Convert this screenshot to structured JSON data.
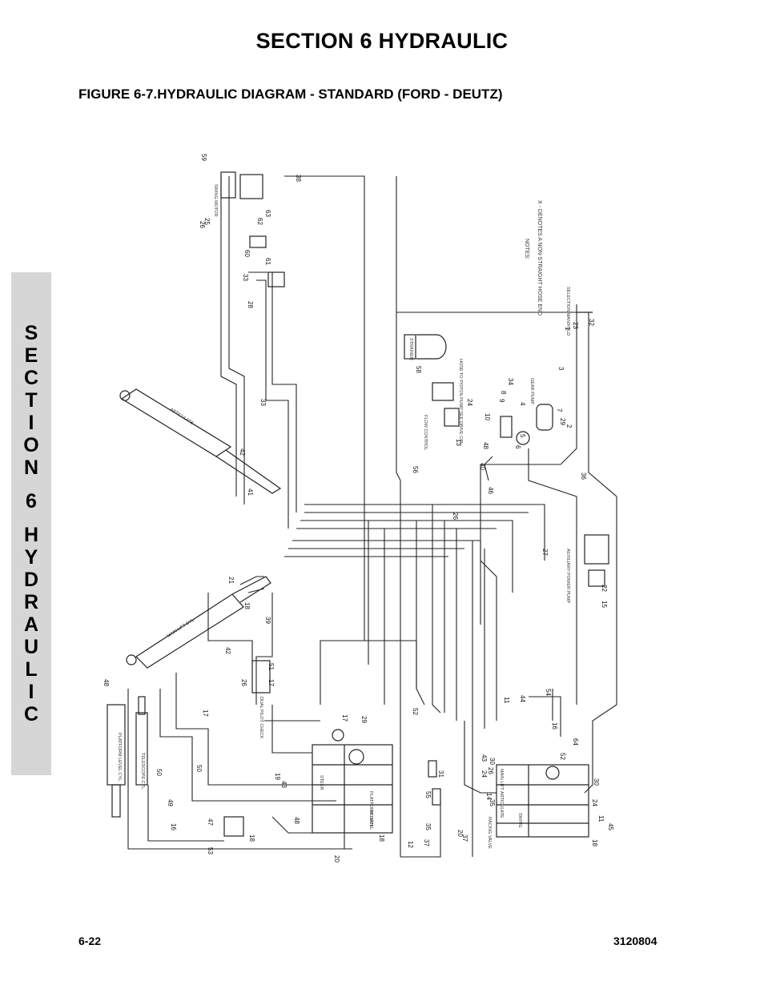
{
  "header": {
    "section_title": "SECTION 6    HYDRAULIC",
    "figure_caption": "FIGURE 6-7.HYDRAULIC DIAGRAM - STANDARD (FORD - DEUTZ)"
  },
  "side_tab": {
    "word1": [
      "S",
      "E",
      "C",
      "T",
      "I",
      "O",
      "N"
    ],
    "word2": [
      "6"
    ],
    "word3": [
      "H",
      "Y",
      "D",
      "R",
      "A",
      "U",
      "L",
      "I",
      "C"
    ]
  },
  "diagram": {
    "notes": "NOTES:",
    "note_line1": "X - DENOTES A NON-STRAIGHT HOSE END",
    "component_labels": {
      "swing_motor": "SWING MOTOR",
      "master_cyl": "MASTER CYL.",
      "lift_cyl": "MAIN LIFT CYL.",
      "platform_level_cyl": "PLATFORM LEVEL CYL.",
      "telescope_cyl": "TELESCOPE CYL.",
      "aux_pump": "AUXILIARY POWER PUMP",
      "racing_valve": "RACING VALVE",
      "selection_manifold": "SELECTION MANIFOLD",
      "dual_pilot_check": "DUAL PILOT CHECK",
      "gear_pump": "GEAR PUMP",
      "flow_control": "FLOW CONTROL",
      "hose_to_piston_pump": "HOSE TO PISTON PUMP SEE DRIVE CIR.",
      "strainer": "STRAINER",
      "swing": "SWING",
      "main_lift": "MAIN LIFT",
      "articulate": "ARTICULATE",
      "platform_level": "PLATFORM LEVEL",
      "rotate": "ROTATE",
      "steer": "STEER"
    },
    "callouts": [
      "59",
      "38",
      "26",
      "25",
      "62",
      "63",
      "60",
      "61",
      "33",
      "28",
      "33",
      "42",
      "41",
      "56",
      "58",
      "24",
      "13",
      "48",
      "10",
      "9",
      "8",
      "34",
      "4",
      "5",
      "6",
      "7",
      "29",
      "2",
      "3",
      "32",
      "1",
      "23",
      "40",
      "46",
      "26",
      "36",
      "27",
      "22",
      "15",
      "21",
      "18",
      "39",
      "42",
      "51",
      "26",
      "17",
      "48",
      "17",
      "50",
      "49",
      "16",
      "47",
      "53",
      "18",
      "48",
      "19",
      "43",
      "17",
      "29",
      "52",
      "55",
      "31",
      "37",
      "35",
      "20",
      "37",
      "35",
      "14",
      "12",
      "20",
      "18",
      "24",
      "26",
      "43",
      "30",
      "11",
      "44",
      "54",
      "16",
      "52",
      "30",
      "64",
      "24",
      "45",
      "11",
      "18",
      "50"
    ]
  },
  "footer": {
    "page_number": "6-22",
    "doc_number": "3120804"
  }
}
